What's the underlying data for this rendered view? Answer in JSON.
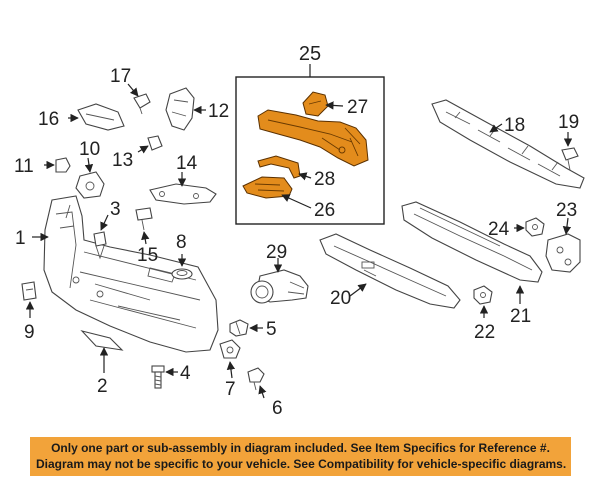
{
  "callouts": {
    "c1": "1",
    "c2": "2",
    "c3": "3",
    "c4": "4",
    "c5": "5",
    "c6": "6",
    "c7": "7",
    "c8": "8",
    "c9": "9",
    "c10": "10",
    "c11": "11",
    "c12": "12",
    "c13": "13",
    "c14": "14",
    "c15": "15",
    "c16": "16",
    "c17": "17",
    "c18": "18",
    "c19": "19",
    "c20": "20",
    "c21": "21",
    "c22": "22",
    "c23": "23",
    "c24": "24",
    "c25": "25",
    "c26": "26",
    "c27": "27",
    "c28": "28",
    "c29": "29"
  },
  "colors": {
    "highlight": "#e38c1c",
    "notice_bg": "#f2a33a",
    "line": "#222222"
  },
  "notice": {
    "line1": "Only one part or sub-assembly in diagram included. See Item Specifics for Reference #.",
    "line2": "Diagram may not be specific to your vehicle. See Compatibility for vehicle-specific diagrams."
  }
}
